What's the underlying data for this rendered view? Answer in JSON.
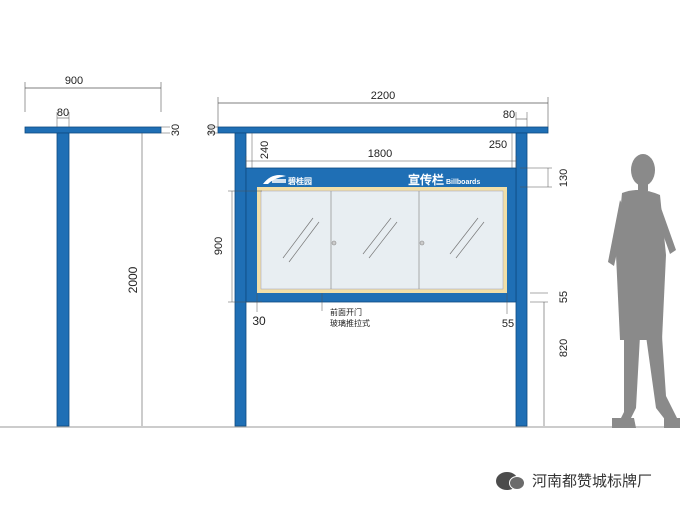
{
  "dimensions": {
    "side_width": "900",
    "side_post": "80",
    "side_cap": "30",
    "side_height": "2000",
    "front_width": "2200",
    "front_post": "80",
    "front_cap": "30",
    "front_240": "240",
    "front_250": "250",
    "panel_width": "1800",
    "header_height": "130",
    "glass_height": "900",
    "bottom_30": "30",
    "bottom_55_left": "55",
    "bottom_55_right": "55",
    "ground_height": "820"
  },
  "board": {
    "logo_text": "碧桂园",
    "title": "宣传栏",
    "title_en": "Billboards"
  },
  "notes": {
    "line1": "前面开门",
    "line2": "玻璃推拉式"
  },
  "watermark": {
    "text": "河南都赞城标牌厂",
    "icon": "wechat-icon"
  },
  "colors": {
    "frame_blue": "#1f6fb5",
    "glass": "#e8eef2",
    "glass_border": "#f2dfa8"
  }
}
